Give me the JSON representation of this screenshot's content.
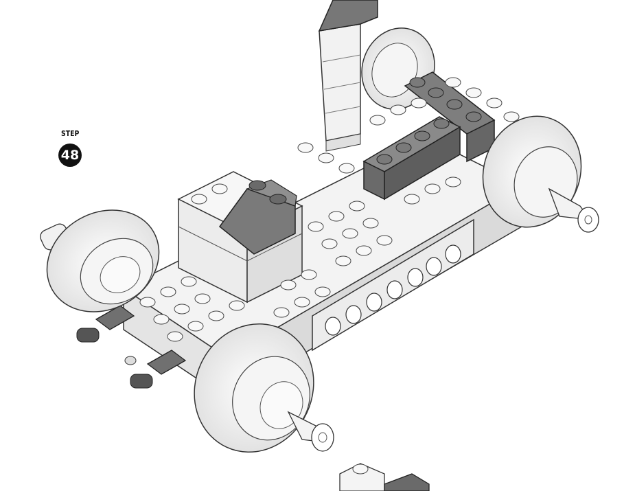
{
  "step": {
    "label": "STEP",
    "number": "48"
  },
  "illustration": {
    "subject": "lego-vehicle-chassis",
    "colors": {
      "white_brick": "#f4f4f4",
      "light_edge": "#dcdcdc",
      "dark_grey_brick": "#6b6b6b",
      "dark_grey_top": "#8a8a8a",
      "outline": "#333333"
    }
  }
}
